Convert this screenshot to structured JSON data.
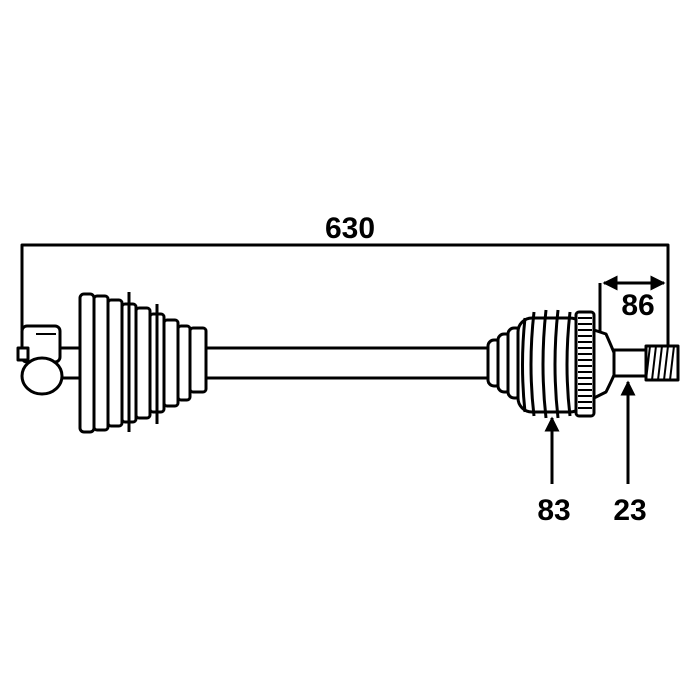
{
  "dimensions": {
    "overall_length": "630",
    "spline_length": "86",
    "abs_ring_teeth": "83",
    "spline_teeth": "23"
  },
  "colors": {
    "stroke": "#000000",
    "background": "#ffffff"
  }
}
